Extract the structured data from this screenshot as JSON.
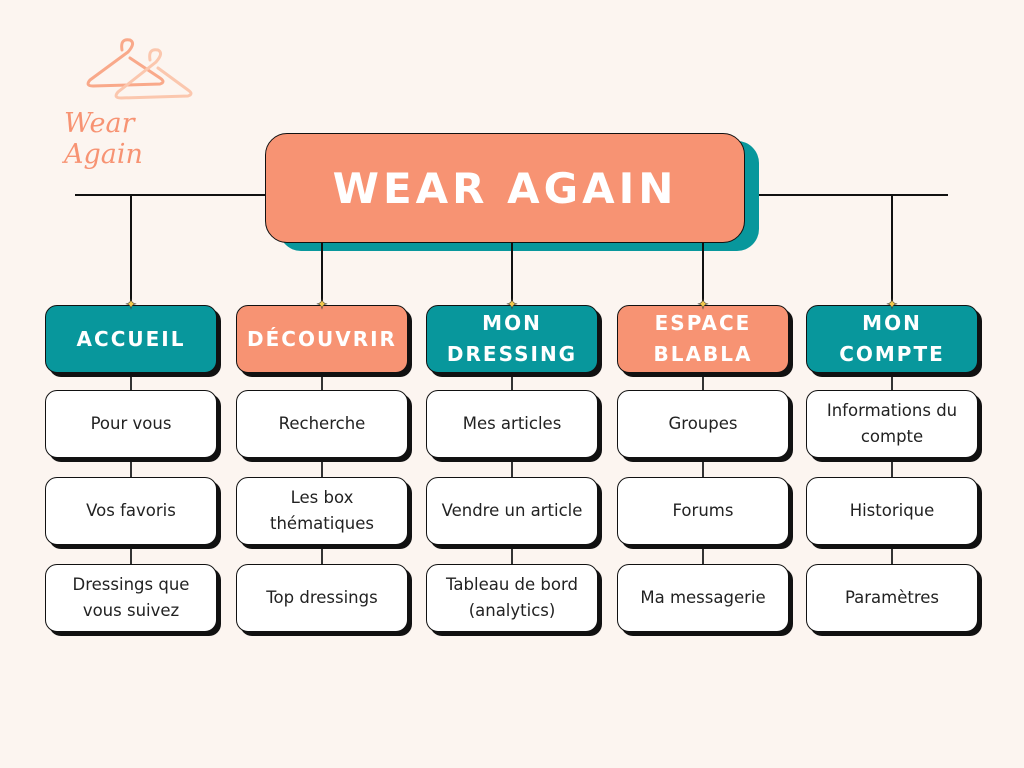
{
  "logo": {
    "text": "Wear Again",
    "icon": "hanger-icon"
  },
  "title": "WEAR AGAIN",
  "colors": {
    "background": "#fcf5f0",
    "salmon": "#f79373",
    "teal": "#08979c"
  },
  "columns": [
    {
      "label": "ACCUEIL",
      "color": "teal",
      "items": [
        "Pour vous",
        "Vos favoris",
        "Dressings que vous suivez"
      ]
    },
    {
      "label": "DÉCOUVRIR",
      "color": "salmon",
      "items": [
        "Recherche",
        "Les box thématiques",
        "Top dressings"
      ]
    },
    {
      "label": "MON DRESSING",
      "color": "teal",
      "items": [
        "Mes articles",
        "Vendre un article",
        "Tableau de bord (analytics)"
      ]
    },
    {
      "label": "ESPACE BLABLA",
      "color": "salmon",
      "items": [
        "Groupes",
        "Forums",
        "Ma messagerie"
      ]
    },
    {
      "label": "MON COMPTE",
      "color": "teal",
      "items": [
        "Informations du compte",
        "Historique",
        "Paramètres"
      ]
    }
  ]
}
